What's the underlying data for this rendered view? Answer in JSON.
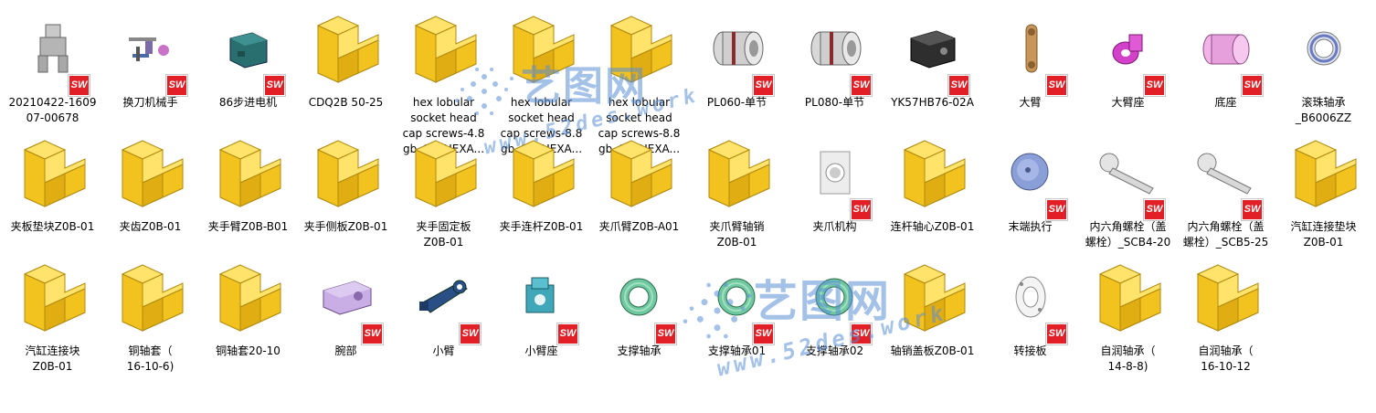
{
  "watermark": {
    "text": "艺图网",
    "url": "www.52des.work",
    "color": "#5b8fd6"
  },
  "colors": {
    "folder": "#f9d13c",
    "sw_badge": "#e21f26"
  },
  "files": [
    {
      "label": "20210422-1609\n07-00678",
      "icon": "gripper-part-icon",
      "sw": true
    },
    {
      "label": "换刀机械手",
      "icon": "robot-arm-assembly-icon",
      "sw": true
    },
    {
      "label": "86步进电机",
      "icon": "stepper-motor-icon",
      "sw": true
    },
    {
      "label": "CDQ2B 50-25",
      "icon": "folder-icon",
      "sw": false
    },
    {
      "label": "hex lobular\nsocket head\ncap screws-4.8\ngb_GB_HEXA...",
      "icon": "folder-icon",
      "sw": false
    },
    {
      "label": "hex lobular\nsocket head\ncap screws-8.8\ngb_GB_HEXA...",
      "icon": "folder-icon",
      "sw": false
    },
    {
      "label": "hex lobular\nsocket head\ncap screws-8.8\ngb_GB_HEXA...",
      "icon": "folder-icon",
      "sw": false
    },
    {
      "label": "PL060-单节",
      "icon": "gearbox-icon",
      "sw": true
    },
    {
      "label": "PL080-单节",
      "icon": "gearbox-icon",
      "sw": true
    },
    {
      "label": "YK57HB76-02A",
      "icon": "stepper-motor-dark-icon",
      "sw": true
    },
    {
      "label": "大臂",
      "icon": "big-arm-icon",
      "sw": true
    },
    {
      "label": "大臂座",
      "icon": "arm-seat-icon",
      "sw": true
    },
    {
      "label": "底座",
      "icon": "base-cylinder-icon",
      "sw": true
    },
    {
      "label": "滚珠轴承\n_B6006ZZ",
      "icon": "ball-bearing-icon",
      "sw": false
    },
    {
      "label": "夹板垫块Z0B-01",
      "icon": "folder-icon",
      "sw": false
    },
    {
      "label": "夹齿Z0B-01",
      "icon": "folder-icon",
      "sw": false
    },
    {
      "label": "夹手臂Z0B-B01",
      "icon": "folder-icon",
      "sw": false
    },
    {
      "label": "夹手侧板Z0B-01",
      "icon": "folder-icon",
      "sw": false
    },
    {
      "label": "夹手固定板\nZ0B-01",
      "icon": "folder-icon",
      "sw": false
    },
    {
      "label": "夹手连杆Z0B-01",
      "icon": "folder-icon",
      "sw": false
    },
    {
      "label": "夹爪臂Z0B-A01",
      "icon": "folder-icon",
      "sw": false
    },
    {
      "label": "夹爪臂轴销\nZ0B-01",
      "icon": "folder-icon",
      "sw": false
    },
    {
      "label": "夹爪机构",
      "icon": "plate-assembly-icon",
      "sw": true
    },
    {
      "label": "连杆轴心Z0B-01",
      "icon": "folder-icon",
      "sw": false
    },
    {
      "label": "末端执行",
      "icon": "end-effector-disc-icon",
      "sw": true
    },
    {
      "label": "内六角螺栓（盖\n螺栓）_SCB4-20",
      "icon": "socket-bolt-icon",
      "sw": true
    },
    {
      "label": "内六角螺栓（盖\n螺栓）_SCB5-25",
      "icon": "socket-bolt-icon",
      "sw": true
    },
    {
      "label": "汽缸连接垫块\nZ0B-01",
      "icon": "folder-icon",
      "sw": false
    },
    {
      "label": "汽缸连接块\nZ0B-01",
      "icon": "folder-icon",
      "sw": false
    },
    {
      "label": "铜轴套（\n16-10-6)",
      "icon": "folder-icon",
      "sw": false
    },
    {
      "label": "铜轴套20-10",
      "icon": "folder-icon",
      "sw": false
    },
    {
      "label": "腕部",
      "icon": "wrist-block-icon",
      "sw": true
    },
    {
      "label": "小臂",
      "icon": "small-arm-icon",
      "sw": true
    },
    {
      "label": "小臂座",
      "icon": "small-arm-seat-icon",
      "sw": true
    },
    {
      "label": "支撑轴承",
      "icon": "support-bearing-icon",
      "sw": true
    },
    {
      "label": "支撑轴承01",
      "icon": "support-bearing-icon",
      "sw": true
    },
    {
      "label": "支撑轴承02",
      "icon": "support-bearing-icon",
      "sw": true
    },
    {
      "label": "轴销盖板Z0B-01",
      "icon": "folder-icon",
      "sw": false
    },
    {
      "label": "转接板",
      "icon": "adapter-plate-icon",
      "sw": true
    },
    {
      "label": "自润轴承（\n14-8-8)",
      "icon": "folder-icon",
      "sw": false
    },
    {
      "label": "自润轴承（\n16-10-12",
      "icon": "folder-icon",
      "sw": false
    }
  ],
  "sw_badge_text": "S​W"
}
